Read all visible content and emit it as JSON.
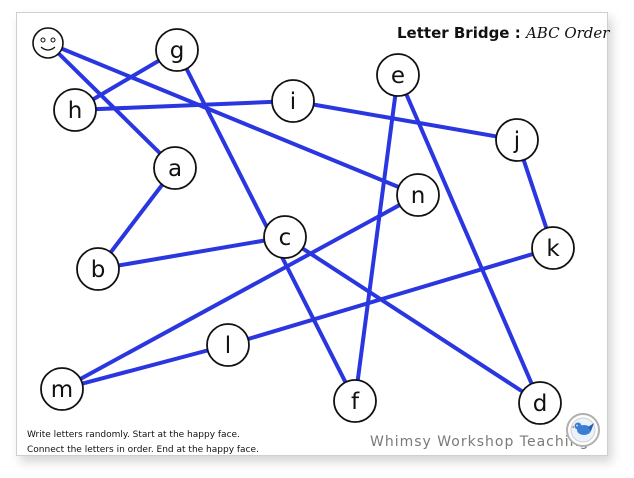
{
  "title": {
    "main": "Letter Bridge",
    "separator": " : ",
    "subtitle": "ABC Order"
  },
  "instructions": {
    "line1": "Write letters randomly. Start at the happy face.",
    "line2": "Connect the letters in order.   End at the happy face."
  },
  "brand": {
    "name": "Whimsy Workshop Teaching",
    "logo_icon": "blue-bird-logo-icon"
  },
  "start_marker": "happy-face-icon",
  "colors": {
    "line": "#2a36e0",
    "circle_stroke": "#111111",
    "circle_fill": "#ffffff",
    "brand_text": "#7a7a7a"
  },
  "letters": [
    "a",
    "b",
    "c",
    "d",
    "e",
    "f",
    "g",
    "h",
    "i",
    "j",
    "k",
    "l",
    "m",
    "n"
  ],
  "path_order": [
    "smiley",
    "a",
    "b",
    "c",
    "d",
    "e",
    "f",
    "g",
    "h",
    "i",
    "j",
    "k",
    "l",
    "m",
    "n",
    "smiley"
  ]
}
